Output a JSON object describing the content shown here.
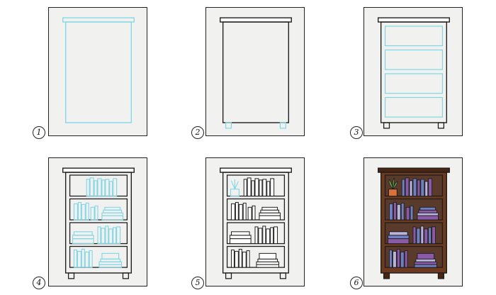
{
  "steps": [
    {
      "number": "1"
    },
    {
      "number": "2"
    },
    {
      "number": "3"
    },
    {
      "number": "4"
    },
    {
      "number": "5"
    },
    {
      "number": "6"
    }
  ],
  "colors": {
    "guide": "#7fd6e6",
    "ink": "#1e1e1e",
    "wood": "#6b3a1f",
    "wood_dark": "#4a2612",
    "shelf_interior": "#5a3a2a",
    "book_blue": "#6f7fbf",
    "book_purple": "#8a5aa8",
    "book_light": "#b9b3dc",
    "plant_pot": "#d9713a",
    "plant_leaf": "#6aa14a"
  }
}
